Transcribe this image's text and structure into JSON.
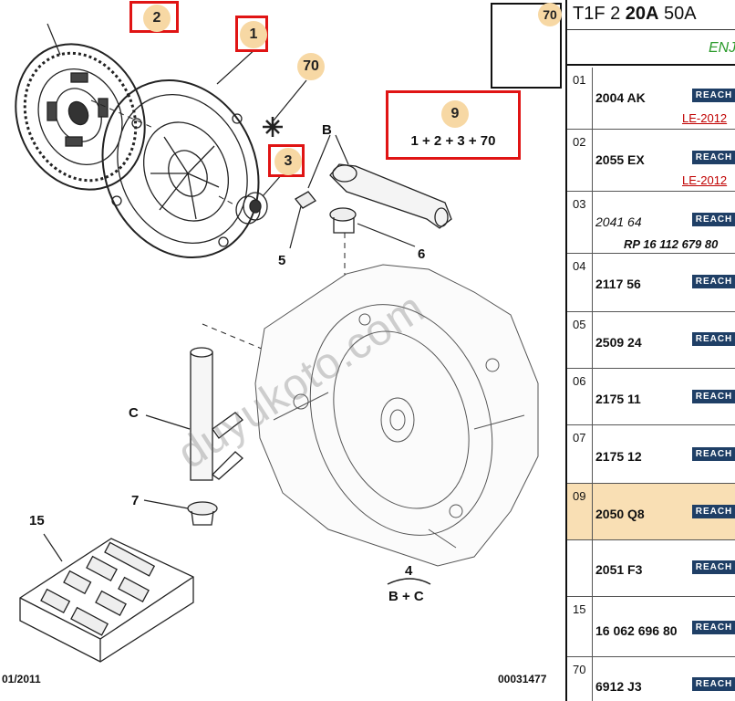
{
  "header": {
    "ref_prefix": "T1F 2 ",
    "ref_bold": "20A",
    "ref_suffix": " 50A",
    "subtitle": "ENJ"
  },
  "diagram": {
    "labels": {
      "clutch_disc": "2",
      "pressure_plate": "1",
      "release_bearing": "3",
      "bolt": "70",
      "bolt_inset": "70",
      "kit": "9",
      "fork": "B",
      "bushing": "5",
      "guide": "6",
      "shaft": "C",
      "bushing_lower": "7",
      "repair_kit": "15",
      "assembly": "4"
    },
    "kit_formula": "1 + 2 + 3 + 70",
    "assembly_formula": "B + C",
    "footer_left": "01/2011",
    "footer_right": "00031477",
    "watermark": "duyukoto.com"
  },
  "table": {
    "rows": [
      {
        "idx": "01",
        "part": "2004 AK",
        "reach": "REACH",
        "note": "LE-2012"
      },
      {
        "idx": "02",
        "part": "2055 EX",
        "reach": "REACH",
        "note": "LE-2012"
      },
      {
        "idx": "03",
        "part": "2041 64",
        "reach": "REACH",
        "note": "RP 16 112 679 80"
      },
      {
        "idx": "04",
        "part": "2117 56",
        "reach": "REACH"
      },
      {
        "idx": "05",
        "part": "2509 24",
        "reach": "REACH"
      },
      {
        "idx": "06",
        "part": "2175 11",
        "reach": "REACH"
      },
      {
        "idx": "07",
        "part": "2175 12",
        "reach": "REACH"
      },
      {
        "idx": "09",
        "part": "2050 Q8",
        "reach": "REACH"
      },
      {
        "idx": "",
        "part": "2051 F3",
        "reach": "REACH"
      },
      {
        "idx": "15",
        "part": "16 062 696 80",
        "reach": "REACH"
      },
      {
        "idx": "70",
        "part": "6912 J3",
        "reach": "REACH"
      }
    ]
  }
}
